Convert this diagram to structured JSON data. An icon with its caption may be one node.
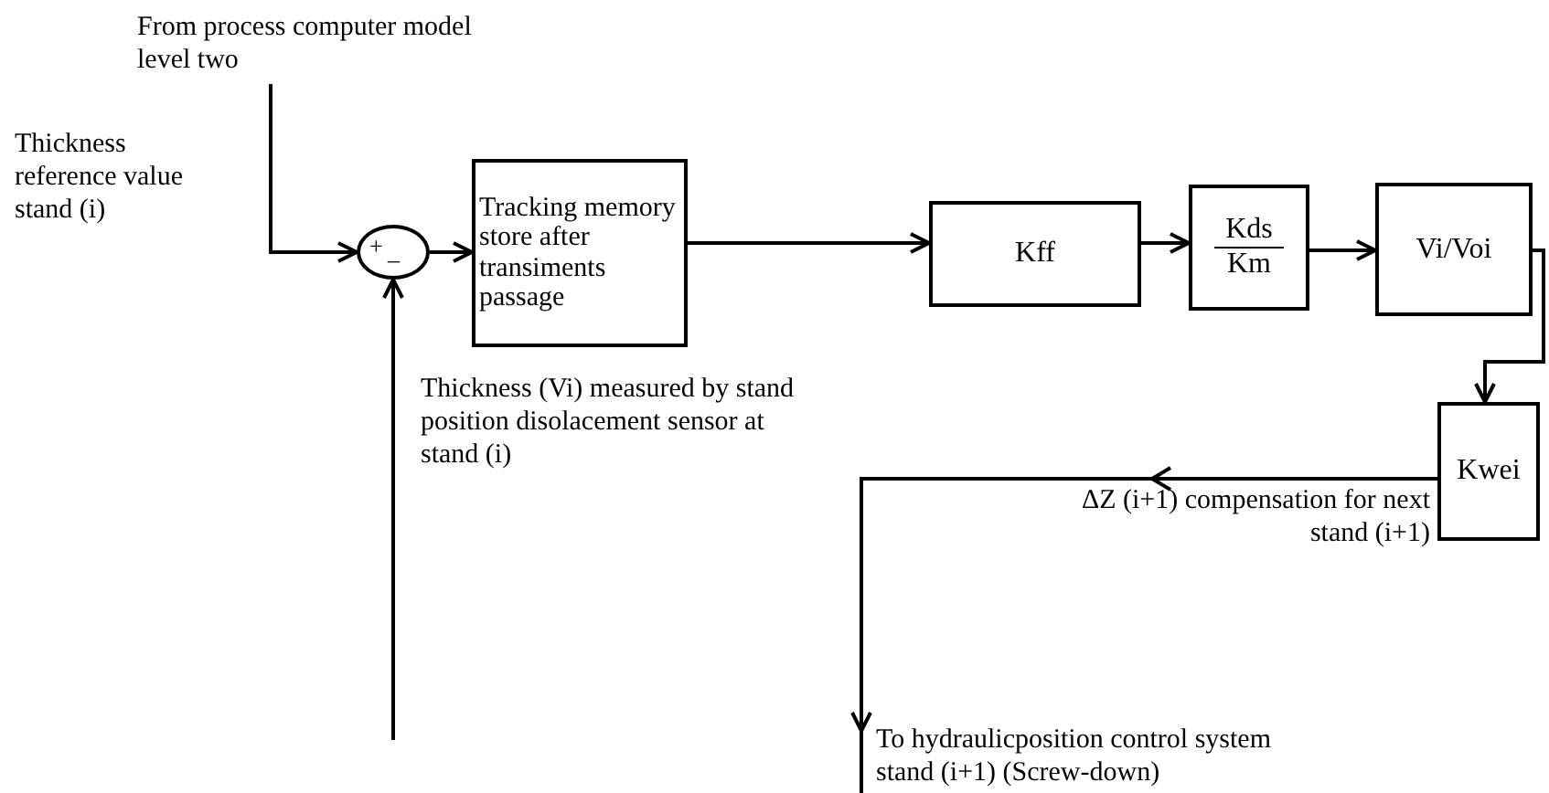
{
  "diagram": {
    "nodes": [
      {
        "text": [
          "From process computer model level two"
        ]
      },
      {
        "text": [
          "+",
          "_"
        ]
      },
      {
        "text": [
          "Tracking memory store after transiments passage"
        ]
      },
      {
        "text": [
          "Kff"
        ]
      },
      {
        "text": [
          "Kds",
          "Km"
        ]
      },
      {
        "text": [
          "Vi/Voi"
        ]
      },
      {
        "text": [
          "Kwei"
        ]
      },
      {
        "text": [
          "To hydraulicposition control system stand (i+1) (Screw-down)"
        ]
      }
    ],
    "edges": [
      {
        "from": 0,
        "to": 1,
        "arrow": "to"
      },
      {
        "from": null,
        "to": 1,
        "arrow": "to"
      },
      {
        "from": 1,
        "to": 2,
        "arrow": "to"
      },
      {
        "from": 2,
        "to": 3,
        "arrow": "to"
      },
      {
        "from": 3,
        "to": 4,
        "arrow": "to"
      },
      {
        "from": 4,
        "to": 5,
        "arrow": "to"
      },
      {
        "from": 5,
        "to": 6,
        "arrow": "to"
      },
      {
        "from": 6,
        "to": 7,
        "arrow": "to",
        "label": "ΔZ (i+1) compensation for next stand (i+1)"
      }
    ],
    "labels": [
      "Thickness reference value stand (i)",
      "Thickness (Vi) measured by stand position disolacement sensor at stand (i)"
    ]
  }
}
